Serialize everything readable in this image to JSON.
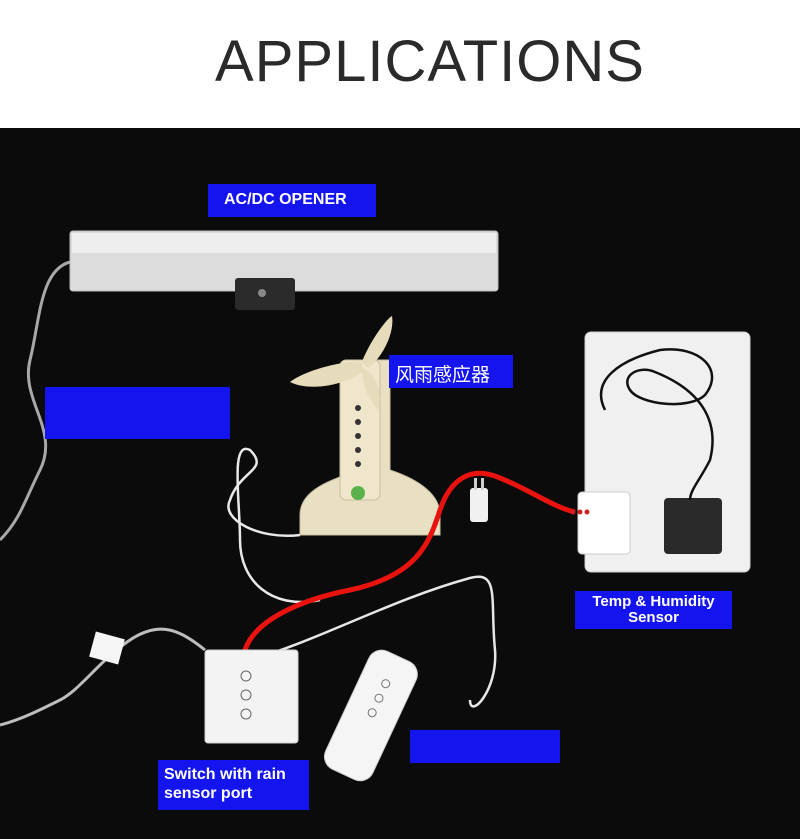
{
  "title": "APPLICATIONS",
  "labels": {
    "opener": "AC/DC OPENER",
    "wind_rain_sensor": "风雨感应器",
    "temp_humidity": "Temp & Humidity Sensor",
    "switch": "Switch with rain sensor port"
  },
  "colors": {
    "background": "#0b0b0b",
    "label_bg": "#1414ee",
    "power_cable": "#e8120f"
  }
}
